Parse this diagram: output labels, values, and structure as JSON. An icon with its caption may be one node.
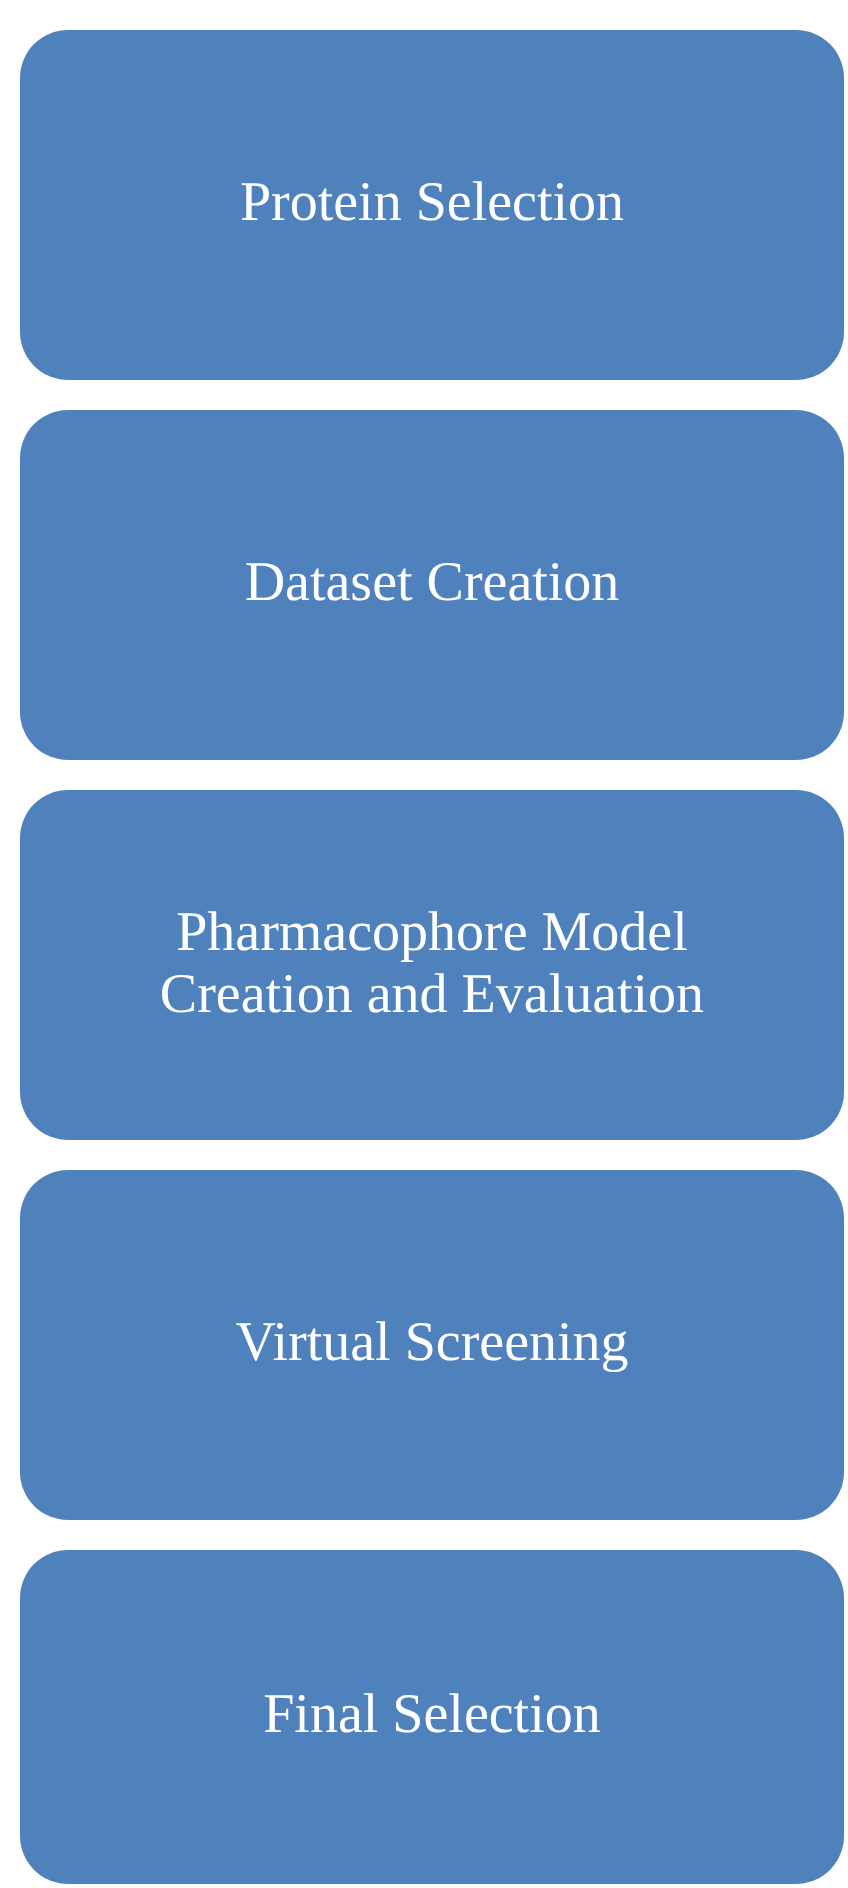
{
  "diagram": {
    "nodes": [
      {
        "text": [
          "Protein Selection"
        ]
      },
      {
        "text": [
          "Dataset Creation"
        ]
      },
      {
        "text": [
          "Pharmacophore Model Creation and Evaluation"
        ]
      },
      {
        "text": [
          "Virtual Screening"
        ]
      },
      {
        "text": [
          "Final Selection"
        ]
      }
    ]
  }
}
